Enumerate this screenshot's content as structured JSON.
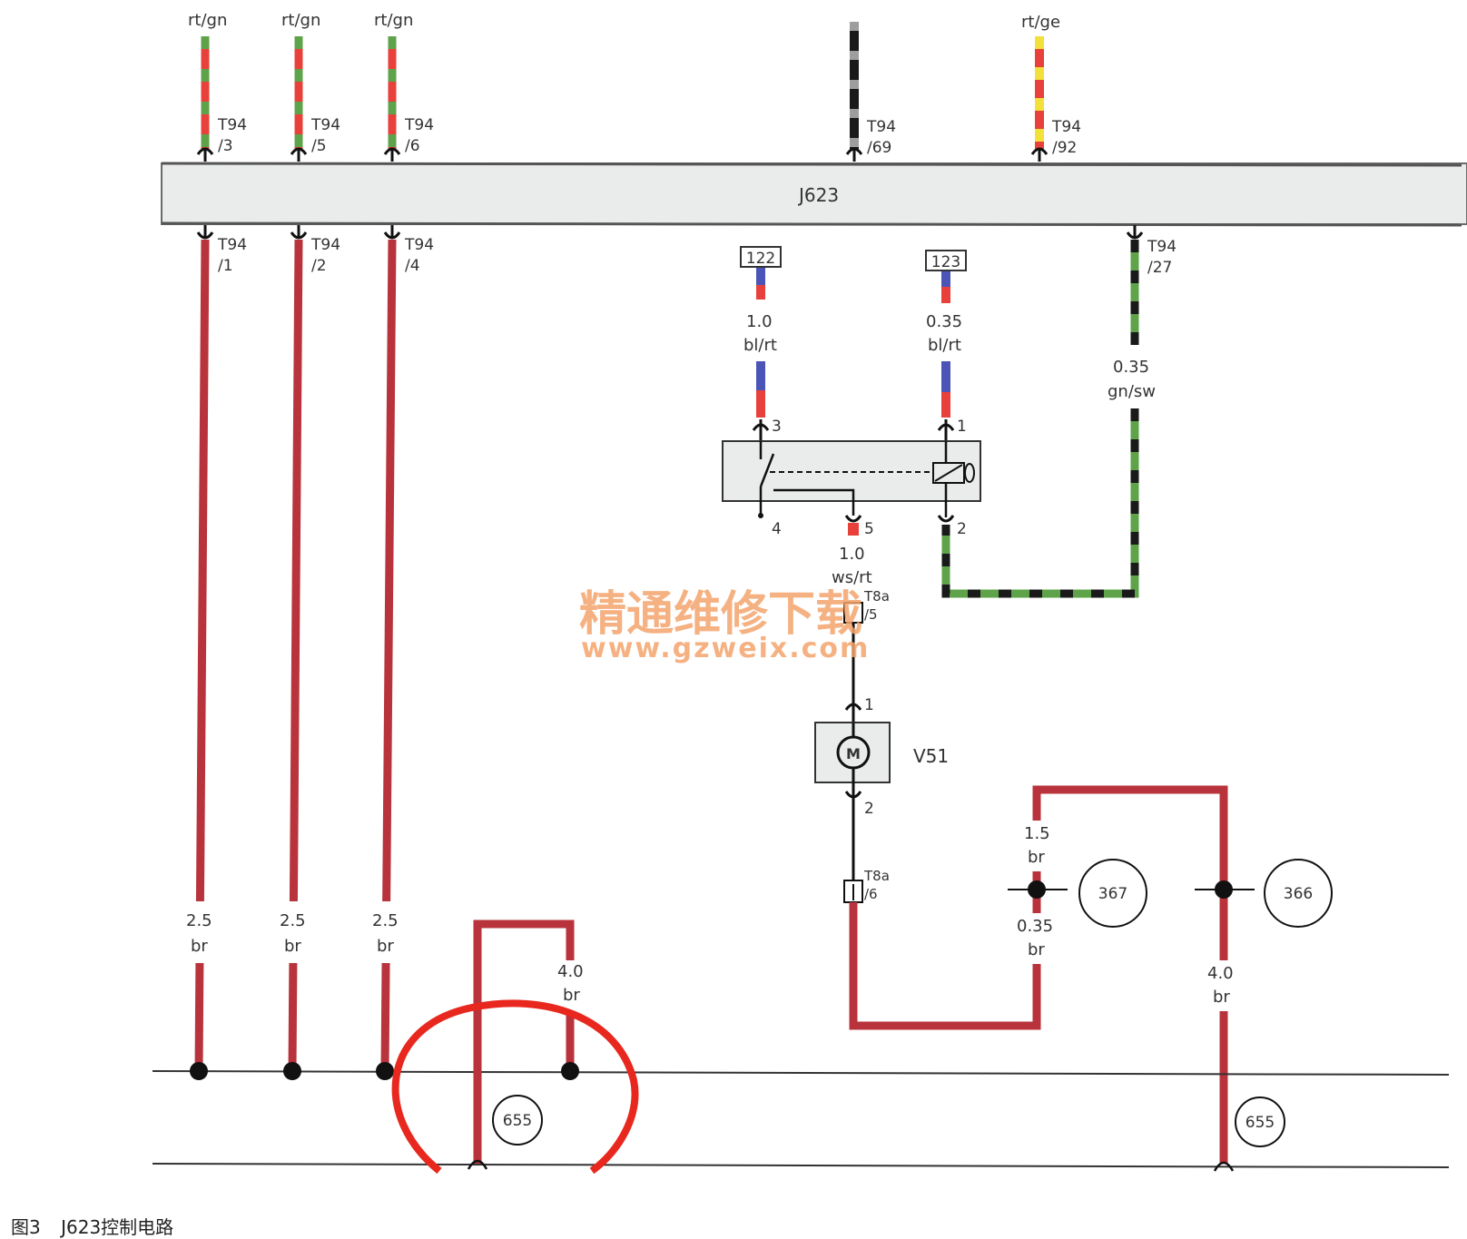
{
  "module": {
    "name": "J623"
  },
  "motor": {
    "name": "V51",
    "symbol": "M"
  },
  "top_connectors": [
    {
      "wire_color": "rt/gn",
      "connector": "T94",
      "pin": "/3"
    },
    {
      "wire_color": "rt/gn",
      "connector": "T94",
      "pin": "/5"
    },
    {
      "wire_color": "rt/gn",
      "connector": "T94",
      "pin": "/6"
    },
    {
      "wire_color": "",
      "connector": "T94",
      "pin": "/69"
    },
    {
      "wire_color": "rt/ge",
      "connector": "T94",
      "pin": "/92"
    }
  ],
  "bottom_connectors": [
    {
      "connector": "T94",
      "pin": "/1",
      "wire": {
        "size": "2.5",
        "color": "br"
      }
    },
    {
      "connector": "T94",
      "pin": "/2",
      "wire": {
        "size": "2.5",
        "color": "br"
      }
    },
    {
      "connector": "T94",
      "pin": "/4",
      "wire": {
        "size": "2.5",
        "color": "br"
      }
    },
    {
      "connector": "T94",
      "pin": "/27",
      "wire": {
        "size": "0.35",
        "color": "gn/sw"
      }
    }
  ],
  "relay_refs": [
    {
      "ref": "122",
      "wire": {
        "size": "1.0",
        "color": "bl/rt"
      },
      "pin": "3"
    },
    {
      "ref": "123",
      "wire": {
        "size": "0.35",
        "color": "bl/rt"
      },
      "pin": "1"
    }
  ],
  "relay_pins": {
    "p4": "4",
    "p5": "5",
    "p2": "2"
  },
  "relay_output_wire": {
    "size": "1.0",
    "color": "ws/rt"
  },
  "t8a_upper": {
    "connector": "T8a",
    "pin": "/5"
  },
  "motor_pins": {
    "top": "1",
    "bottom": "2"
  },
  "t8a_lower": {
    "connector": "T8a",
    "pin": "/6"
  },
  "ground_wires": [
    {
      "size": "4.0",
      "color": "br"
    },
    {
      "size": "1.5",
      "color": "br"
    },
    {
      "size": "0.35",
      "color": "br"
    },
    {
      "size": "4.0",
      "color": "br"
    }
  ],
  "ground_refs": [
    "367",
    "366",
    "655",
    "655"
  ],
  "watermark": {
    "cn": "精通维修下载",
    "url": "www.gzweix.com"
  },
  "caption": {
    "fig": "图3",
    "title": "J623控制电路"
  },
  "colors": {
    "br": "#b8333b",
    "rt": "#e8403a",
    "gn": "#5ea34a",
    "bl": "#4b55b8",
    "sw": "#1a1a1a",
    "ge": "#f3e03a",
    "gr": "#9e9e9e",
    "ws": "#ffffff",
    "highlight": "#e8281e"
  }
}
